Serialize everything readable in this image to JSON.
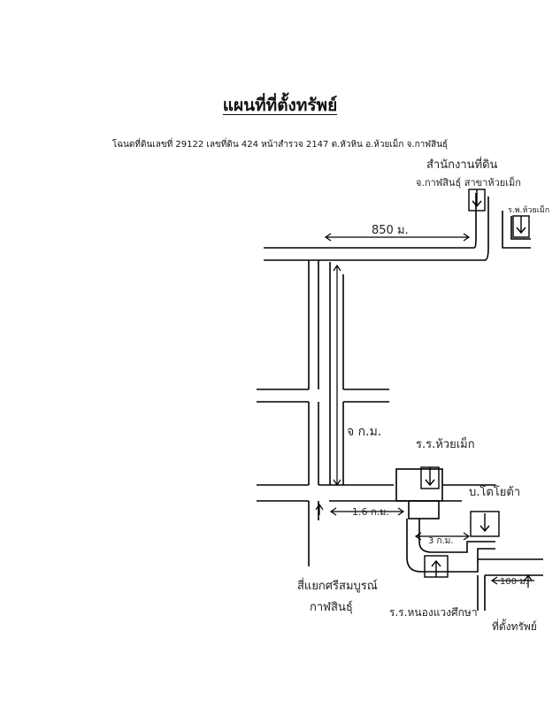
{
  "title": "แผนที่ที่ตั้งทรัพย์",
  "deed_info": "โฉนดที่ดินเลขที่ 29122 เลขที่ดิน 424 หน้าสำรวจ 2147 ต.หัวหิน อ.ห้วยเม็ก จ.กาฬสินธุ์",
  "labels": {
    "land_office": "สำนักงานที่ดิน",
    "land_office_2": "จ.กาฬสินธุ์ สาขาห้วยเม็ก",
    "hospital": "ร.พ.ห้วยเม็ก",
    "distance_850m": "850 ม.",
    "road_label": "จ ก.ม.",
    "school_top": "ร.ร.ห้วยเม็ก",
    "shop_right": "บ.โตโยต้า",
    "distance_1_6km": "1.6 ก.ม.",
    "distance_3km": "3 ก.ม.",
    "distance_100m": "100 ม.",
    "intersection_label": "สี่แยกศรีสมบูรณ์",
    "intersection_label_2": "กาฬสินธุ์",
    "school_bottom": "ร.ร.หนองแวงศึกษา",
    "property_label": "ที่ตั้งทรัพย์"
  }
}
